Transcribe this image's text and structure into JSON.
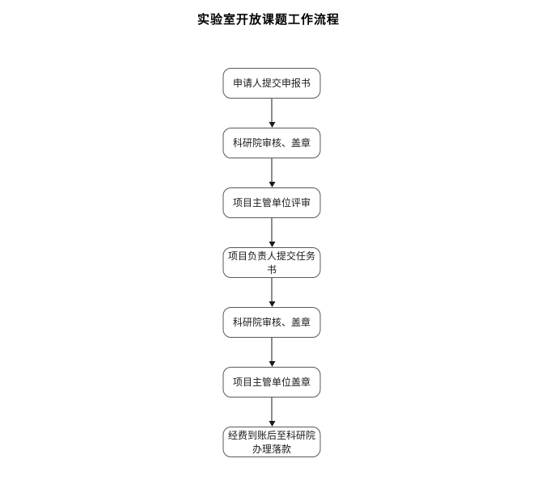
{
  "title": "实验室开放课题工作流程",
  "flow": {
    "steps": [
      {
        "label": "申请人提交申报书"
      },
      {
        "label": "科研院审核、盖章"
      },
      {
        "label": "项目主管单位评审"
      },
      {
        "label": "项目负责人提交任务书"
      },
      {
        "label": "科研院审核、盖章"
      },
      {
        "label": "项目主管单位盖章"
      },
      {
        "label": "经费到账后至科研院办理落款"
      }
    ]
  },
  "colors": {
    "border": "#595959",
    "text": "#1a1a1a",
    "arrow": "#1a1a1a",
    "background": "#ffffff"
  }
}
